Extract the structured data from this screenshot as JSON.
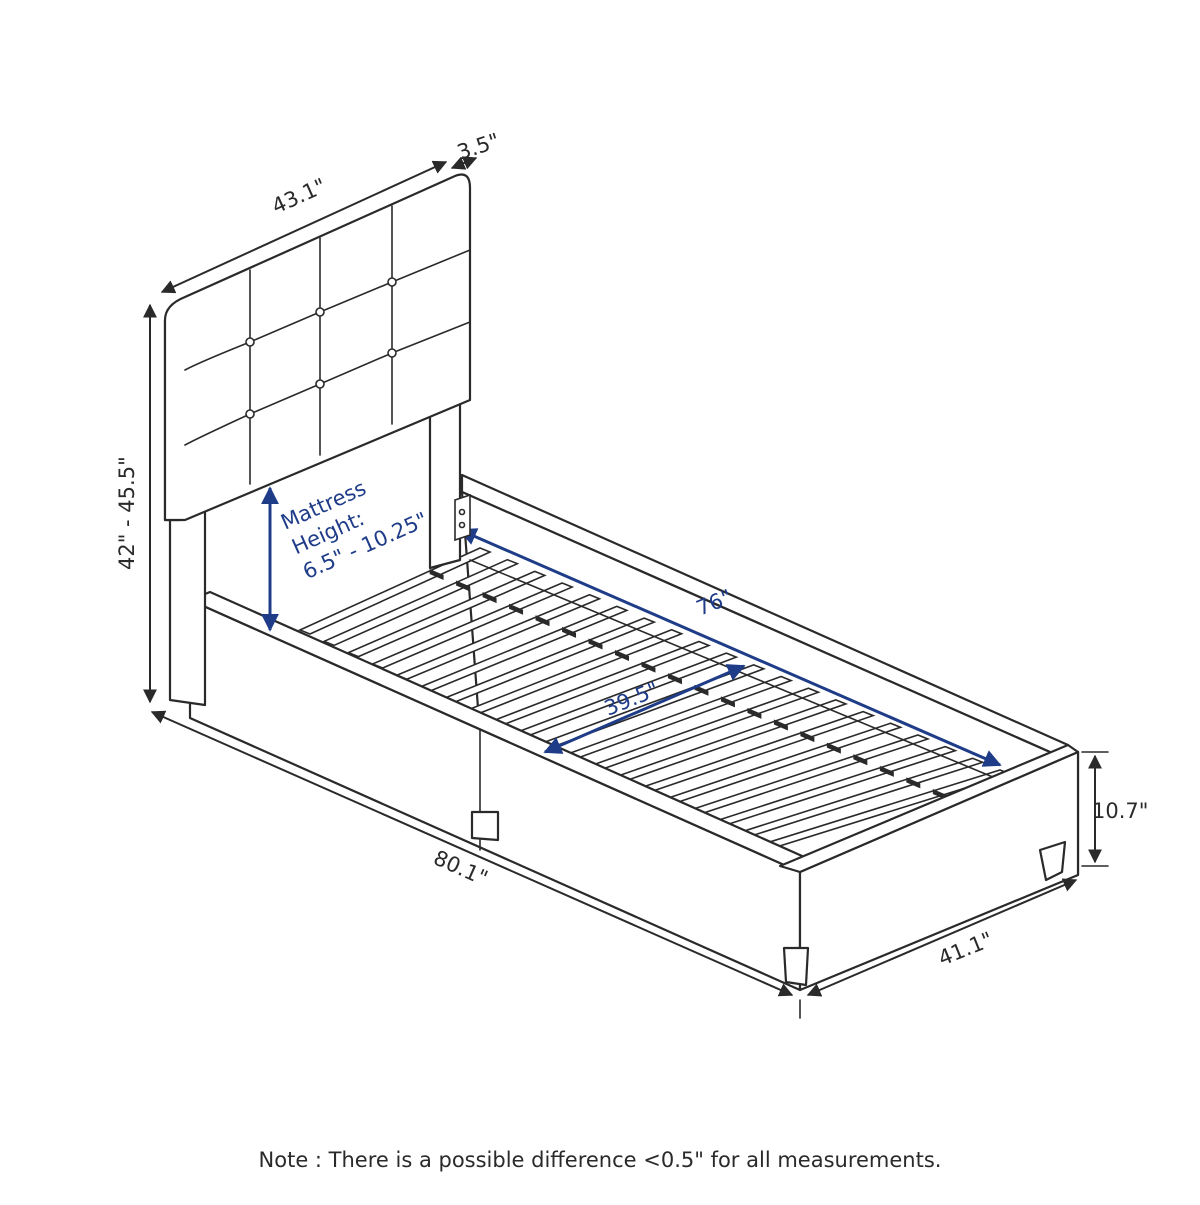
{
  "dimensions": {
    "headboard_width": "43.1\"",
    "headboard_thickness": "3.5\"",
    "headboard_height": "42\" - 45.5\"",
    "bed_length": "80.1\"",
    "bed_width": "41.1\"",
    "frame_height": "10.7\"",
    "slat_span": "76\"",
    "center_span": "39.5\""
  },
  "mattress": {
    "line1": "Mattress",
    "line2": "Height:",
    "line3": "6.5\" - 10.25\""
  },
  "note": "Note : There is a possible difference <0.5\" for all measurements.",
  "colors": {
    "line": "#2a2a2a",
    "accent": "#1f3c88",
    "background": "#ffffff"
  }
}
